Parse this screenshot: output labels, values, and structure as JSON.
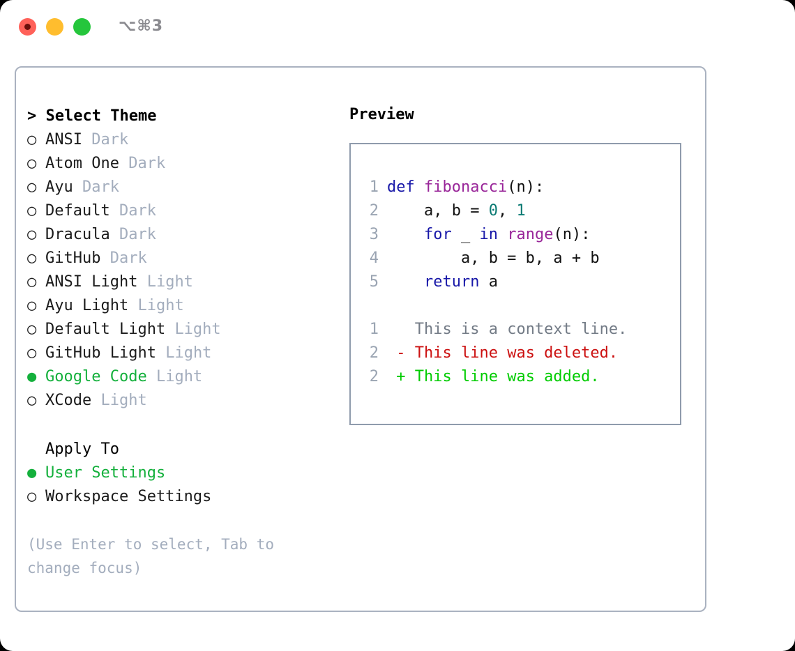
{
  "window": {
    "shortcut_title": "⌥⌘3",
    "traffic_lights": [
      {
        "name": "close",
        "color": "#ff6159"
      },
      {
        "name": "minimize",
        "color": "#ffbd2e"
      },
      {
        "name": "maximize",
        "color": "#25c63c"
      }
    ]
  },
  "theme_picker": {
    "prompt": ">",
    "heading": "Select Theme",
    "selected_bullet": "●",
    "unselected_bullet": "○",
    "accent_color": "#14b03c",
    "tag_color": "#a3adbd",
    "items": [
      {
        "name": "ANSI",
        "tag": "Dark",
        "selected": false
      },
      {
        "name": "Atom One",
        "tag": "Dark",
        "selected": false
      },
      {
        "name": "Ayu",
        "tag": "Dark",
        "selected": false
      },
      {
        "name": "Default",
        "tag": "Dark",
        "selected": false
      },
      {
        "name": "Dracula",
        "tag": "Dark",
        "selected": false
      },
      {
        "name": "GitHub",
        "tag": "Dark",
        "selected": false
      },
      {
        "name": "ANSI Light",
        "tag": "Light",
        "selected": false
      },
      {
        "name": "Ayu Light",
        "tag": "Light",
        "selected": false
      },
      {
        "name": "Default Light",
        "tag": "Light",
        "selected": false
      },
      {
        "name": "GitHub Light",
        "tag": "Light",
        "selected": false
      },
      {
        "name": "Google Code",
        "tag": "Light",
        "selected": true
      },
      {
        "name": "XCode",
        "tag": "Light",
        "selected": false
      }
    ]
  },
  "apply_to": {
    "heading": "Apply To",
    "items": [
      {
        "name": "User Settings",
        "selected": true
      },
      {
        "name": "Workspace Settings",
        "selected": false
      }
    ]
  },
  "hint": "(Use Enter to select, Tab to change focus)",
  "preview": {
    "title": "Preview",
    "code_lines": [
      {
        "num": "1",
        "tokens": [
          {
            "t": "def",
            "c": "kw"
          },
          {
            "t": " ",
            "c": "pln"
          },
          {
            "t": "fibonacci",
            "c": "fn"
          },
          {
            "t": "(n):",
            "c": "pln"
          }
        ]
      },
      {
        "num": "2",
        "tokens": [
          {
            "t": "    a, b = ",
            "c": "pln"
          },
          {
            "t": "0",
            "c": "num"
          },
          {
            "t": ", ",
            "c": "pln"
          },
          {
            "t": "1",
            "c": "num"
          }
        ]
      },
      {
        "num": "3",
        "tokens": [
          {
            "t": "    ",
            "c": "pln"
          },
          {
            "t": "for",
            "c": "kw"
          },
          {
            "t": " _ ",
            "c": "pln"
          },
          {
            "t": "in",
            "c": "kw"
          },
          {
            "t": " ",
            "c": "pln"
          },
          {
            "t": "range",
            "c": "fn"
          },
          {
            "t": "(n):",
            "c": "pln"
          }
        ]
      },
      {
        "num": "4",
        "tokens": [
          {
            "t": "        a, b = b, a + b",
            "c": "pln"
          }
        ]
      },
      {
        "num": "5",
        "tokens": [
          {
            "t": "    ",
            "c": "pln"
          },
          {
            "t": "return",
            "c": "kw"
          },
          {
            "t": " a",
            "c": "pln"
          }
        ]
      }
    ],
    "diff_lines": [
      {
        "num": "1",
        "marker": " ",
        "text": "This is a context line.",
        "kind": "diff-ctx"
      },
      {
        "num": "2",
        "marker": "-",
        "text": "This line was deleted.",
        "kind": "diff-del"
      },
      {
        "num": "2",
        "marker": "+",
        "text": "This line was added.",
        "kind": "diff-add"
      }
    ],
    "syntax_colors": {
      "keyword": "#1818a8",
      "function": "#992699",
      "number": "#0a7a73",
      "plain": "#111111",
      "line_number": "#9aa4b2",
      "diff_context": "#737b86",
      "diff_deleted": "#cc1111",
      "diff_added": "#00cc00"
    }
  }
}
